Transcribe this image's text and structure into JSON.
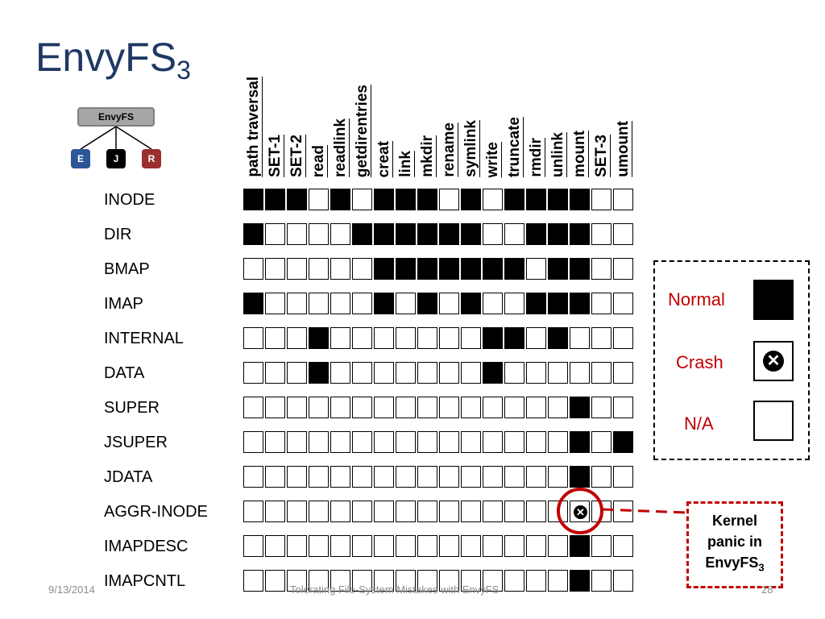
{
  "slide": {
    "title_main": "EnvyFS",
    "title_sub": "3",
    "diagram": {
      "top_label": "EnvyFS",
      "children": [
        "E",
        "J",
        "R"
      ]
    },
    "columns": [
      "path traversal",
      "SET-1",
      "SET-2",
      "read",
      "readlink",
      "getdirentries",
      "creat",
      "link",
      "mkdir",
      "rename",
      "symlink",
      "write",
      "truncate",
      "rmdir",
      "unlink",
      "mount",
      "SET-3",
      "umount"
    ],
    "rows": [
      {
        "label": "INODE",
        "cells": [
          "N",
          "N",
          "N",
          "-",
          "N",
          "-",
          "N",
          "N",
          "N",
          "-",
          "N",
          "-",
          "N",
          "N",
          "N",
          "N",
          "-",
          "-"
        ]
      },
      {
        "label": "DIR",
        "cells": [
          "N",
          "-",
          "-",
          "-",
          "-",
          "N",
          "N",
          "N",
          "N",
          "N",
          "N",
          "-",
          "-",
          "N",
          "N",
          "N",
          "-",
          "-"
        ]
      },
      {
        "label": "BMAP",
        "cells": [
          "-",
          "-",
          "-",
          "-",
          "-",
          "-",
          "N",
          "N",
          "N",
          "N",
          "N",
          "N",
          "N",
          "-",
          "N",
          "N",
          "-",
          "-"
        ]
      },
      {
        "label": "IMAP",
        "cells": [
          "N",
          "-",
          "-",
          "-",
          "-",
          "-",
          "N",
          "-",
          "N",
          "-",
          "N",
          "-",
          "-",
          "N",
          "N",
          "N",
          "-",
          "-"
        ]
      },
      {
        "label": "INTERNAL",
        "cells": [
          "-",
          "-",
          "-",
          "N",
          "-",
          "-",
          "-",
          "-",
          "-",
          "-",
          "-",
          "N",
          "N",
          "-",
          "N",
          "-",
          "-",
          "-"
        ]
      },
      {
        "label": "DATA",
        "cells": [
          "-",
          "-",
          "-",
          "N",
          "-",
          "-",
          "-",
          "-",
          "-",
          "-",
          "-",
          "N",
          "-",
          "-",
          "-",
          "-",
          "-",
          "-"
        ]
      },
      {
        "label": "SUPER",
        "cells": [
          "-",
          "-",
          "-",
          "-",
          "-",
          "-",
          "-",
          "-",
          "-",
          "-",
          "-",
          "-",
          "-",
          "-",
          "-",
          "N",
          "-",
          "-"
        ]
      },
      {
        "label": "JSUPER",
        "cells": [
          "-",
          "-",
          "-",
          "-",
          "-",
          "-",
          "-",
          "-",
          "-",
          "-",
          "-",
          "-",
          "-",
          "-",
          "-",
          "N",
          "-",
          "N"
        ]
      },
      {
        "label": "JDATA",
        "cells": [
          "-",
          "-",
          "-",
          "-",
          "-",
          "-",
          "-",
          "-",
          "-",
          "-",
          "-",
          "-",
          "-",
          "-",
          "-",
          "N",
          "-",
          "-"
        ]
      },
      {
        "label": "AGGR-INODE",
        "cells": [
          "-",
          "-",
          "-",
          "-",
          "-",
          "-",
          "-",
          "-",
          "-",
          "-",
          "-",
          "-",
          "-",
          "-",
          "-",
          "C",
          "-",
          "-"
        ]
      },
      {
        "label": "IMAPDESC",
        "cells": [
          "-",
          "-",
          "-",
          "-",
          "-",
          "-",
          "-",
          "-",
          "-",
          "-",
          "-",
          "-",
          "-",
          "-",
          "-",
          "N",
          "-",
          "-"
        ]
      },
      {
        "label": "IMAPCNTL",
        "cells": [
          "-",
          "-",
          "-",
          "-",
          "-",
          "-",
          "-",
          "-",
          "-",
          "-",
          "-",
          "-",
          "-",
          "-",
          "-",
          "N",
          "-",
          "-"
        ]
      }
    ],
    "legend": {
      "normal_label": "Normal",
      "crash_label": "Crash",
      "na_label": "N/A",
      "crash_symbol": "✕"
    },
    "callout": {
      "line1": "Kernel",
      "line2": "panic in",
      "line3_main": "EnvyFS",
      "line3_sub": "3"
    },
    "footer": {
      "date": "9/13/2014",
      "center": "Tolerating File-System Mistakes with EnvyFS",
      "page": "28"
    },
    "colors": {
      "title": "#1f3864",
      "accent_red": "#c00000",
      "node_gray": "#a6a6a6",
      "node_blue": "#2e5597",
      "node_black": "#000000",
      "node_red": "#9b2e2e"
    }
  }
}
